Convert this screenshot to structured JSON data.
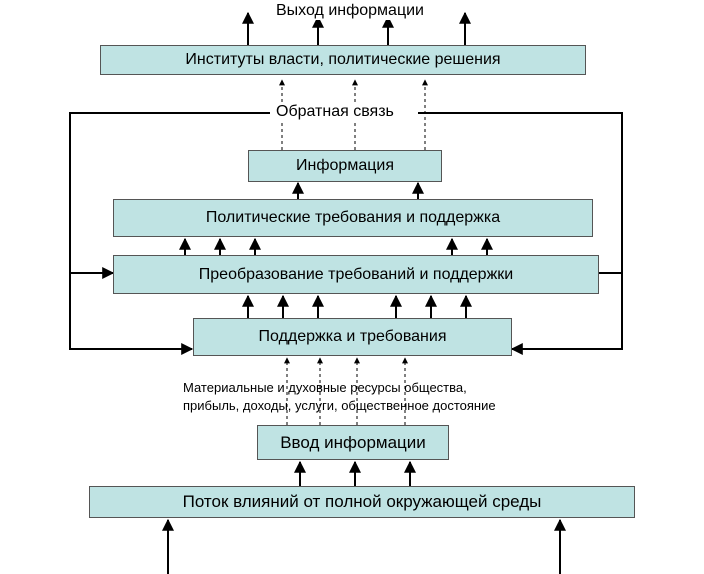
{
  "labels": {
    "output": "Выход информации",
    "feedback": "Обратная связь",
    "resources_line1": "Материальные и духовные ресурсы общества,",
    "resources_line2": "прибыль, доходы, услуги, общественное достояние"
  },
  "boxes": {
    "institutions": "Институты власти, политические решения",
    "information": "Информация",
    "political_demands": "Политические требования и поддержка",
    "transformation": "Преобразование требований и поддержки",
    "support": "Поддержка и требования",
    "input": "Ввод информации",
    "environment": "Поток влияний от полной окружающей среды"
  },
  "colors": {
    "box_fill": "#bfe3e3",
    "box_border": "#555555",
    "lines": "#000000"
  }
}
